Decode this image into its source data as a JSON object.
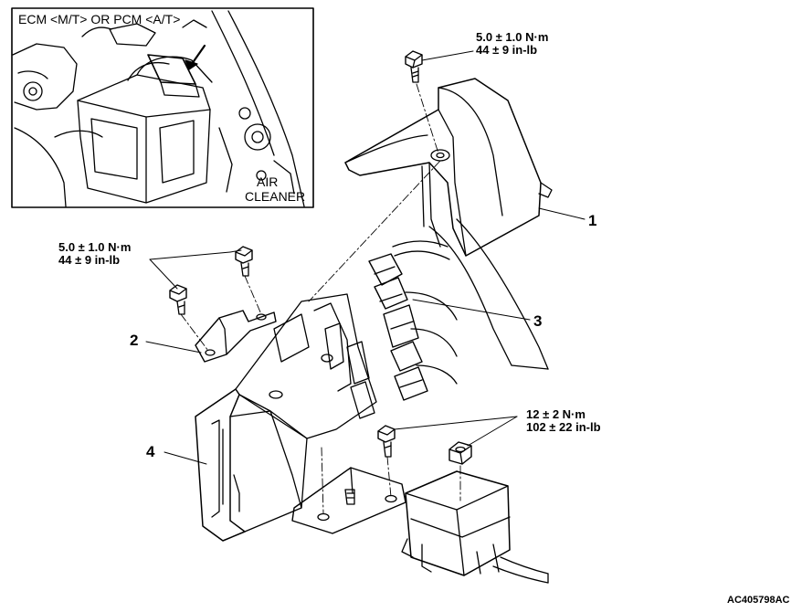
{
  "inset": {
    "title": "ECM <M/T> OR PCM <A/T>",
    "air_cleaner": [
      "AIR",
      "CLEANER"
    ]
  },
  "torque": {
    "cover_bolt": [
      "5.0 ± 1.0 N·m",
      "44 ± 9 in-lb"
    ],
    "bracket_bolts": [
      "5.0 ± 1.0 N·m",
      "44 ± 9 in-lb"
    ],
    "mount_bolts": [
      "12 ± 2 N·m",
      "102 ± 22 in-lb"
    ]
  },
  "callouts": [
    "1",
    "2",
    "3",
    "4"
  ],
  "figure_code": "AC405798AC"
}
